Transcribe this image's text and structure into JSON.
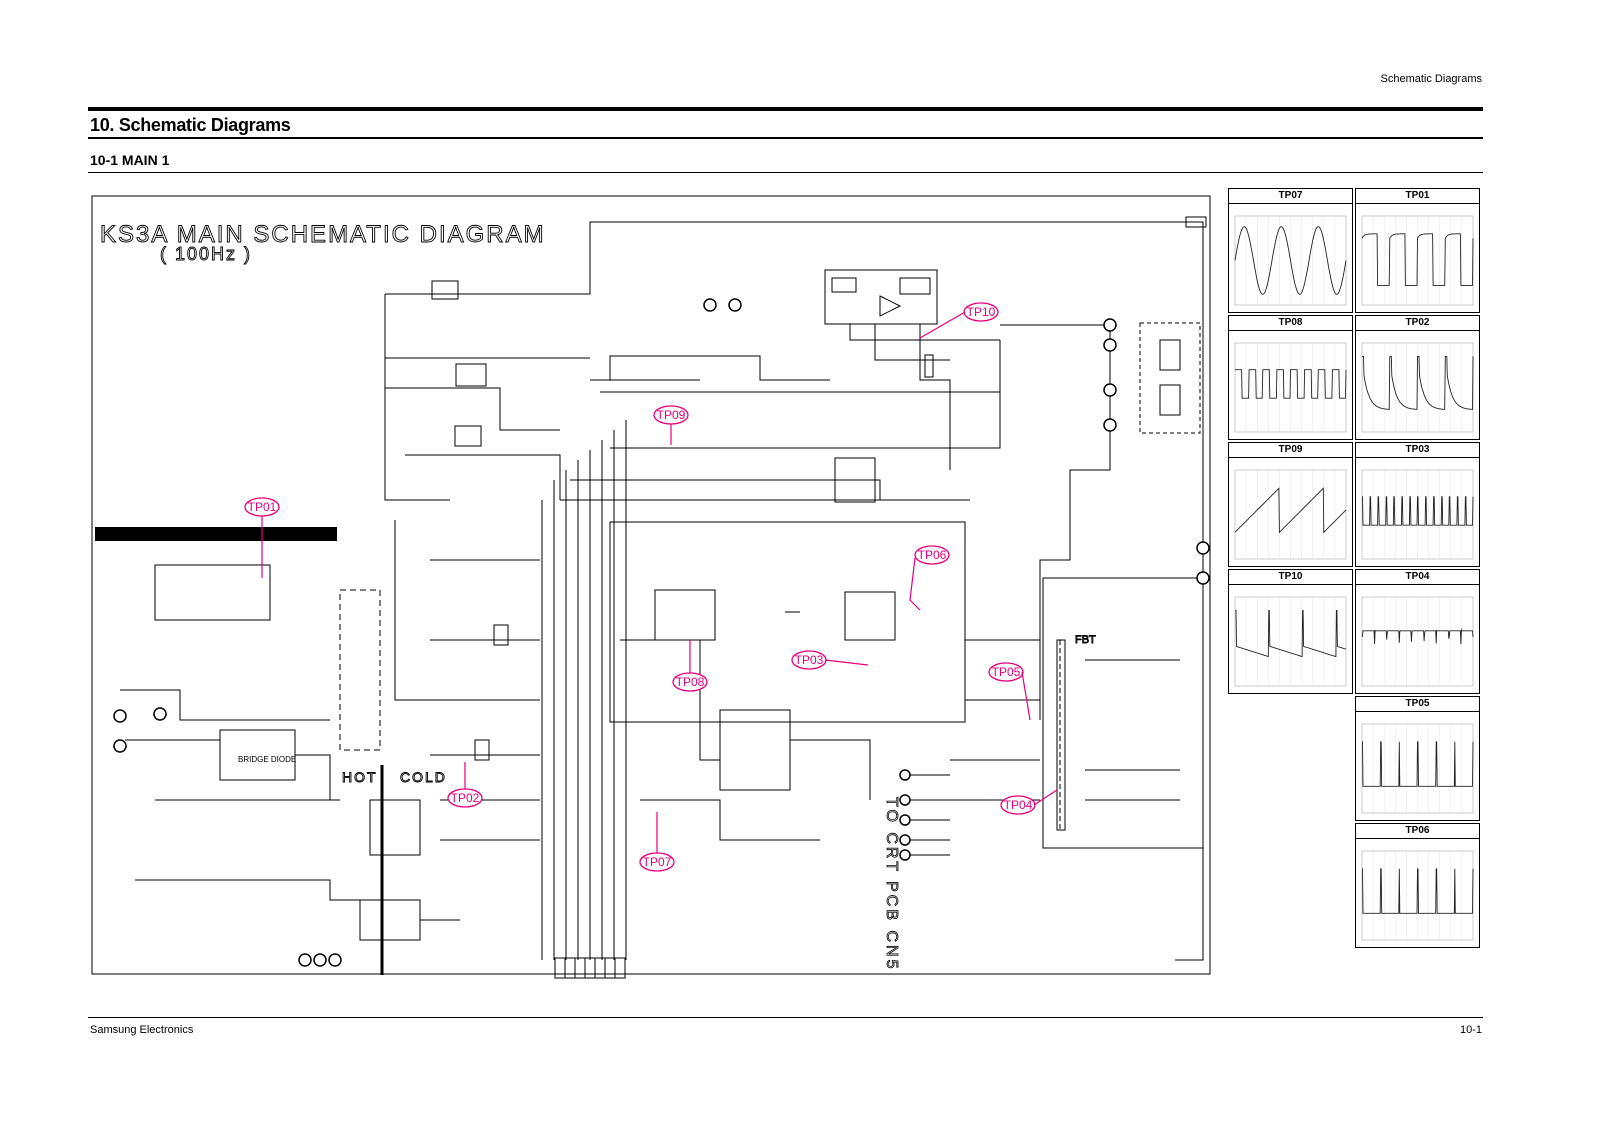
{
  "header": {
    "section_label": "Schematic Diagrams"
  },
  "section": {
    "title": "10. Schematic Diagrams",
    "subtitle": "10-1 MAIN 1"
  },
  "schematic": {
    "title": "KS3A MAIN SCHEMATIC DIAGRAM",
    "subtitle": "( 100Hz )",
    "side_labels": {
      "hot": "HOT",
      "cold": "COLD",
      "bridge": "BRIDGE DIODE",
      "crt": "TO CRT PCB CN5",
      "fbt": "FBT"
    },
    "test_points": [
      "TP01",
      "TP02",
      "TP03",
      "TP04",
      "TP05",
      "TP06",
      "TP07",
      "TP08",
      "TP09",
      "TP10"
    ]
  },
  "waveforms": [
    {
      "label": "TP07",
      "shape": "sine"
    },
    {
      "label": "TP01",
      "shape": "rounded-pulse"
    },
    {
      "label": "TP08",
      "shape": "square"
    },
    {
      "label": "TP02",
      "shape": "spike-decay"
    },
    {
      "label": "TP09",
      "shape": "sawtooth"
    },
    {
      "label": "TP03",
      "shape": "narrow-pulse"
    },
    {
      "label": "TP10",
      "shape": "spike-fall"
    },
    {
      "label": "TP04",
      "shape": "ringing-pulse"
    },
    {
      "label": "TP05",
      "shape": "spike-train"
    },
    {
      "label": "TP06",
      "shape": "spike-train"
    }
  ],
  "footer": {
    "company": "Samsung Electronics",
    "page": "10-1"
  }
}
